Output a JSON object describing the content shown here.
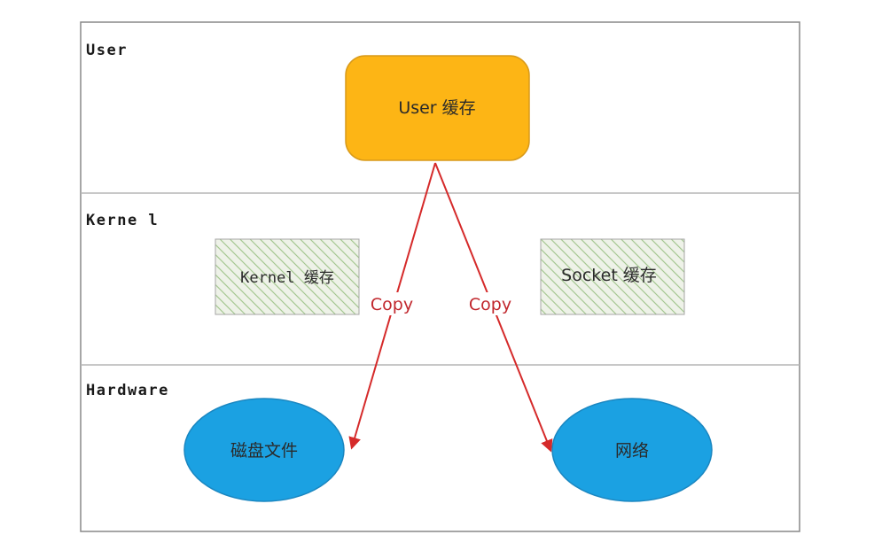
{
  "layers": {
    "user": "User",
    "kernel": "Kerne l",
    "hardware": "Hardware"
  },
  "nodes": {
    "user_cache": "User  缓存",
    "kernel_cache": "Kernel  缓存",
    "socket_cache": "Socket  缓存",
    "disk_file": "磁盘文件",
    "network": "网络"
  },
  "edges": {
    "copy_left": "Copy",
    "copy_right": "Copy"
  },
  "colors": {
    "user_cache_fill": "#FDB515",
    "user_cache_stroke": "#D89A1A",
    "hardware_fill": "#1BA1E2",
    "hardware_stroke": "#1A86C0",
    "kernel_box_fill": "#EEF2E8",
    "kernel_hatch": "#9FC48A",
    "arrow": "#D52A2A",
    "frame": "#888888",
    "divider": "#B5B5B5"
  }
}
